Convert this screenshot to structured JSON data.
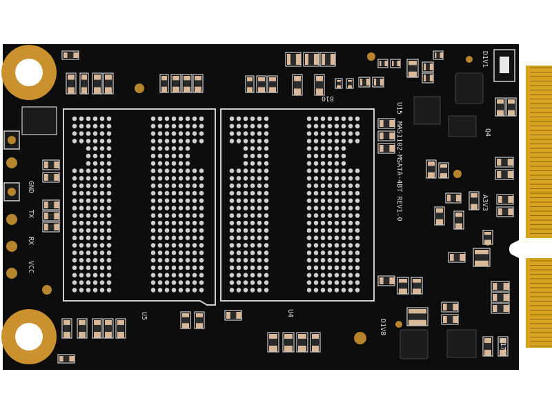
{
  "image": {
    "subject": "mSATA SSD circuit board, back side",
    "colors": {
      "background": "#ffffff",
      "pcb": "#0d0d0d",
      "silkscreen": "#dcdcdc",
      "gold": "#d9a21f",
      "copper_pad": "#c28a2e",
      "solder_ball": "#cfcfcf"
    }
  },
  "labels": {
    "ref_u15": "U15",
    "model": "MAS1102-MSATA-4BT REV1.0",
    "ref_u5": "U5",
    "ref_u4": "U4",
    "ref_u17": "U17",
    "ref_d1v1": "D1V1",
    "ref_d1v8": "D1V8",
    "ref_a3v3": "A3V3",
    "ref_q4": "Q4",
    "ref_810": "810",
    "pin_gnd": "GND",
    "pin_tx": "TX",
    "pin_rx": "RX",
    "pin_vcc": "VCC"
  }
}
